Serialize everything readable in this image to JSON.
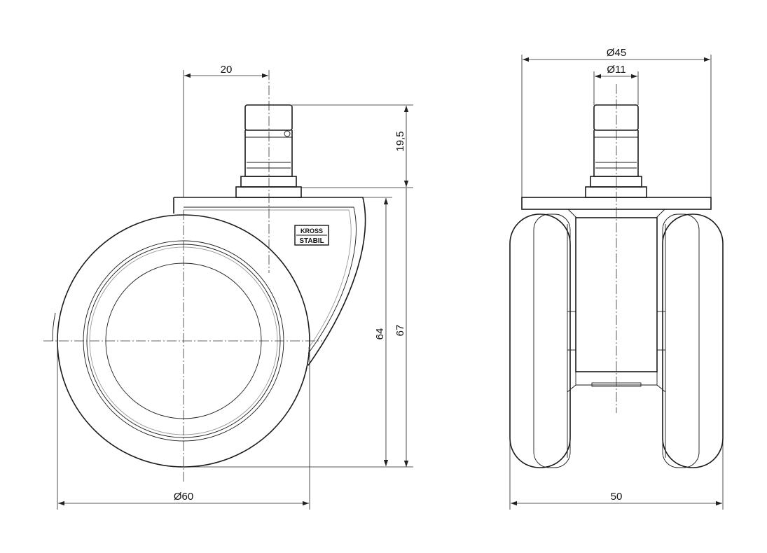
{
  "dimensions": {
    "stem_offset": "20",
    "stem_height": "19,5",
    "total_height": "67",
    "wheel_height": "64",
    "wheel_diameter": "Ø60",
    "plate_width": "Ø45",
    "stem_diameter": "Ø11",
    "total_width": "50"
  },
  "logo": {
    "top": "KROSS",
    "bottom": "STABIL"
  }
}
